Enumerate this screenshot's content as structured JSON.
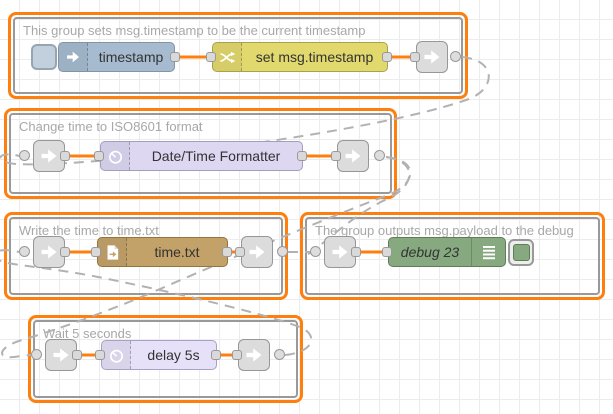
{
  "app": "node-red-flow-editor",
  "colors": {
    "selection_highlight": "#ff7f0e",
    "group_border": "#999999",
    "wire": "#ff7f0e",
    "link_wire": "#b2b2b2",
    "inject_node": "#a6bbcf",
    "change_node": "#e2d96e",
    "formatter_node": "#ddd7f2",
    "file_node": "#c3a26a",
    "debug_node": "#87a980",
    "delay_node": "#e6e0f8",
    "link_node": "#dcdcdc"
  },
  "groups": [
    {
      "title": "This group sets msg.timestamp to be the current timestamp"
    },
    {
      "title": "Change time to ISO8601 format"
    },
    {
      "title": "Write the time to time.txt"
    },
    {
      "title": "The group outputs msg.payload to the debug"
    },
    {
      "title": "Wait 5 seconds"
    }
  ],
  "nodes": {
    "inject": {
      "label": "timestamp",
      "icon": "inject-arrow-icon"
    },
    "change": {
      "label": "set msg.timestamp",
      "icon": "shuffle-icon"
    },
    "formatter": {
      "label": "Date/Time Formatter",
      "icon": "timer-icon"
    },
    "file": {
      "label": "time.txt",
      "icon": "file-out-icon"
    },
    "debug": {
      "label": "debug 23",
      "icon": "debug-sidebar-icon"
    },
    "delay": {
      "label": "delay 5s",
      "icon": "timer-icon"
    }
  }
}
